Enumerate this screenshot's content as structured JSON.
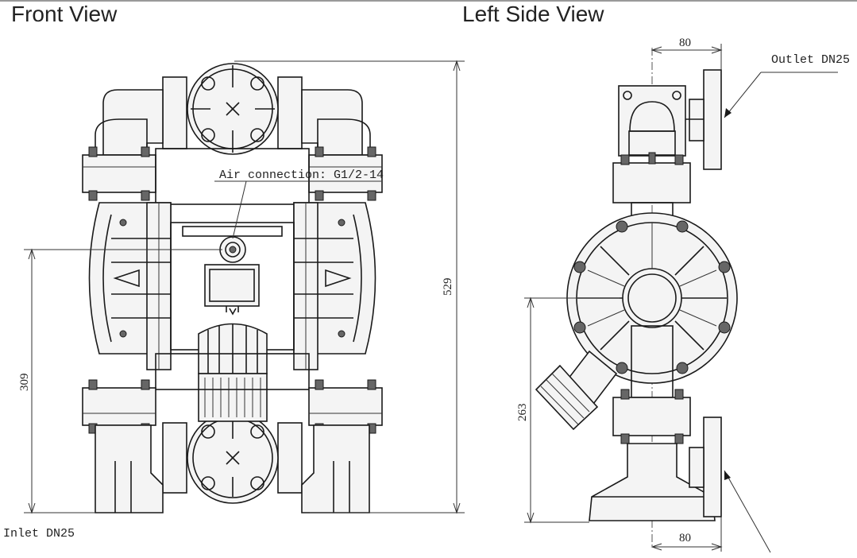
{
  "views": {
    "front_title": "Front View",
    "side_title": "Left Side View"
  },
  "labels": {
    "air_connection": "Air connection: G1/2-14",
    "outlet": "Outlet DN25",
    "inlet": "Inlet DN25"
  },
  "dimensions": {
    "overall_height": "529",
    "inlet_center_height": "309",
    "side_inlet_height": "263",
    "top_offset": "80",
    "bottom_offset": "80"
  },
  "colors": {
    "line": "#1a1a1a",
    "background": "#ffffff"
  }
}
